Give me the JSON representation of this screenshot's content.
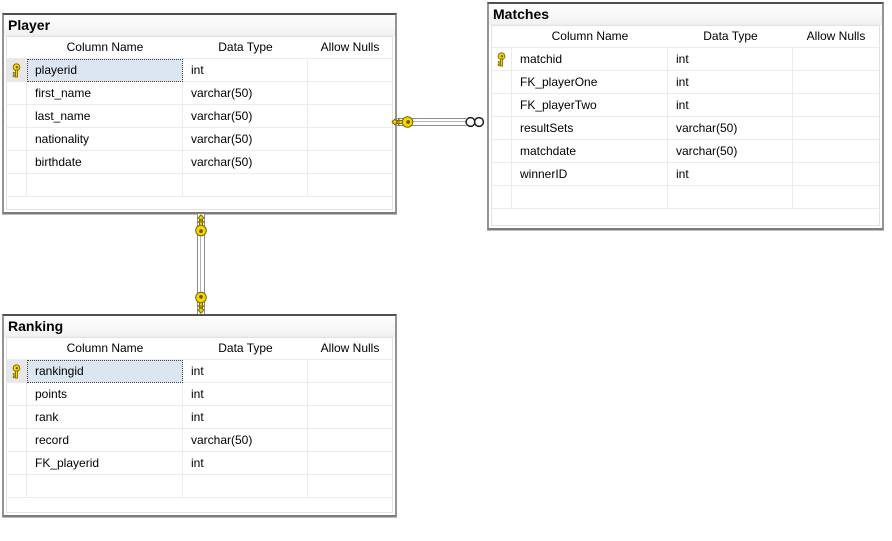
{
  "diagram": {
    "column_headers": {
      "column_name": "Column Name",
      "data_type": "Data Type",
      "allow_nulls": "Allow Nulls"
    },
    "tables": {
      "player": {
        "title": "Player",
        "rows": [
          {
            "name": "playerid",
            "type": "int",
            "primary_key": true,
            "selected": true
          },
          {
            "name": "first_name",
            "type": "varchar(50)"
          },
          {
            "name": "last_name",
            "type": "varchar(50)"
          },
          {
            "name": "nationality",
            "type": "varchar(50)"
          },
          {
            "name": "birthdate",
            "type": "varchar(50)"
          },
          {
            "name": "",
            "type": ""
          }
        ]
      },
      "matches": {
        "title": "Matches",
        "rows": [
          {
            "name": "matchid",
            "type": "int",
            "primary_key": true
          },
          {
            "name": "FK_playerOne",
            "type": "int"
          },
          {
            "name": "FK_playerTwo",
            "type": "int"
          },
          {
            "name": "resultSets",
            "type": "varchar(50)"
          },
          {
            "name": "matchdate",
            "type": "varchar(50)"
          },
          {
            "name": "winnerID",
            "type": "int"
          },
          {
            "name": "",
            "type": ""
          }
        ]
      },
      "ranking": {
        "title": "Ranking",
        "rows": [
          {
            "name": "rankingid",
            "type": "int",
            "primary_key": true,
            "selected": true
          },
          {
            "name": "points",
            "type": "int"
          },
          {
            "name": "rank",
            "type": "int"
          },
          {
            "name": "record",
            "type": "varchar(50)"
          },
          {
            "name": "FK_playerid",
            "type": "int"
          },
          {
            "name": "",
            "type": ""
          }
        ]
      }
    },
    "relationships": [
      {
        "from": "Player",
        "to": "Matches",
        "from_end_icon": "key-icon",
        "to_end_icon": "infinity-icon",
        "cardinality": "one-to-many"
      },
      {
        "from": "Player",
        "to": "Ranking",
        "from_end_icon": "key-icon",
        "to_end_icon": "key-icon",
        "cardinality": "one-to-one"
      }
    ],
    "colors": {
      "selected_cell_bg": "#dce6f1",
      "grid_line": "#ececec",
      "key_gold": "#f6d500",
      "key_outline": "#7a6400",
      "node_border": "#8f8f8f",
      "connector_line": "#8e8e8e"
    }
  }
}
